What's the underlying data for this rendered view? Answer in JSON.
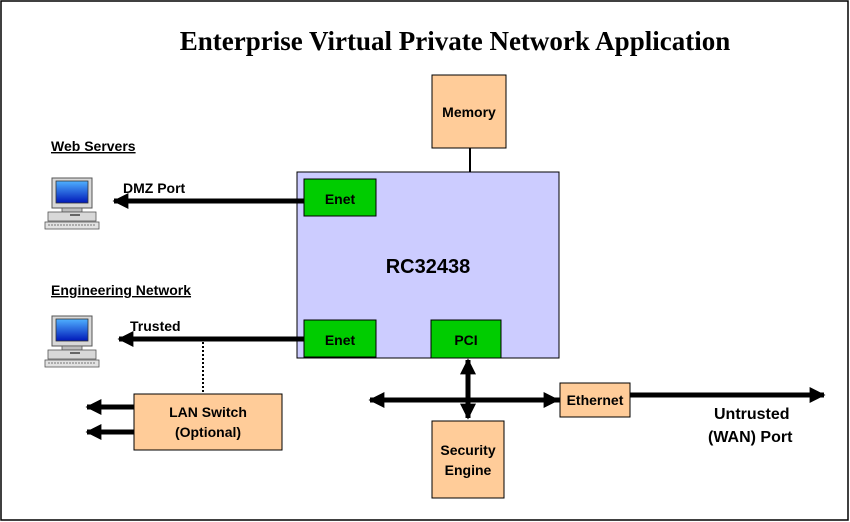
{
  "title": "Enterprise Virtual Private Network Application",
  "nodes": {
    "memory": "Memory",
    "cpu": "RC32438",
    "enet_top": "Enet",
    "enet_bottom": "Enet",
    "pci": "PCI",
    "ethernet": "Ethernet",
    "lan_switch_line1": "LAN Switch",
    "lan_switch_line2": "(Optional)",
    "security_line1": "Security",
    "security_line2": "Engine"
  },
  "labels": {
    "web_servers": "Web Servers",
    "dmz_port": "DMZ Port",
    "engineering_network": "Engineering Network",
    "trusted": "Trusted",
    "untrusted_line1": "Untrusted",
    "untrusted_line2": "(WAN) Port"
  },
  "colors": {
    "cpu_fill": "#ccccff",
    "box_fill": "#ffcc99",
    "port_fill": "#00cc00",
    "line": "#000000"
  },
  "icons": [
    "computer-icon",
    "computer-icon"
  ]
}
